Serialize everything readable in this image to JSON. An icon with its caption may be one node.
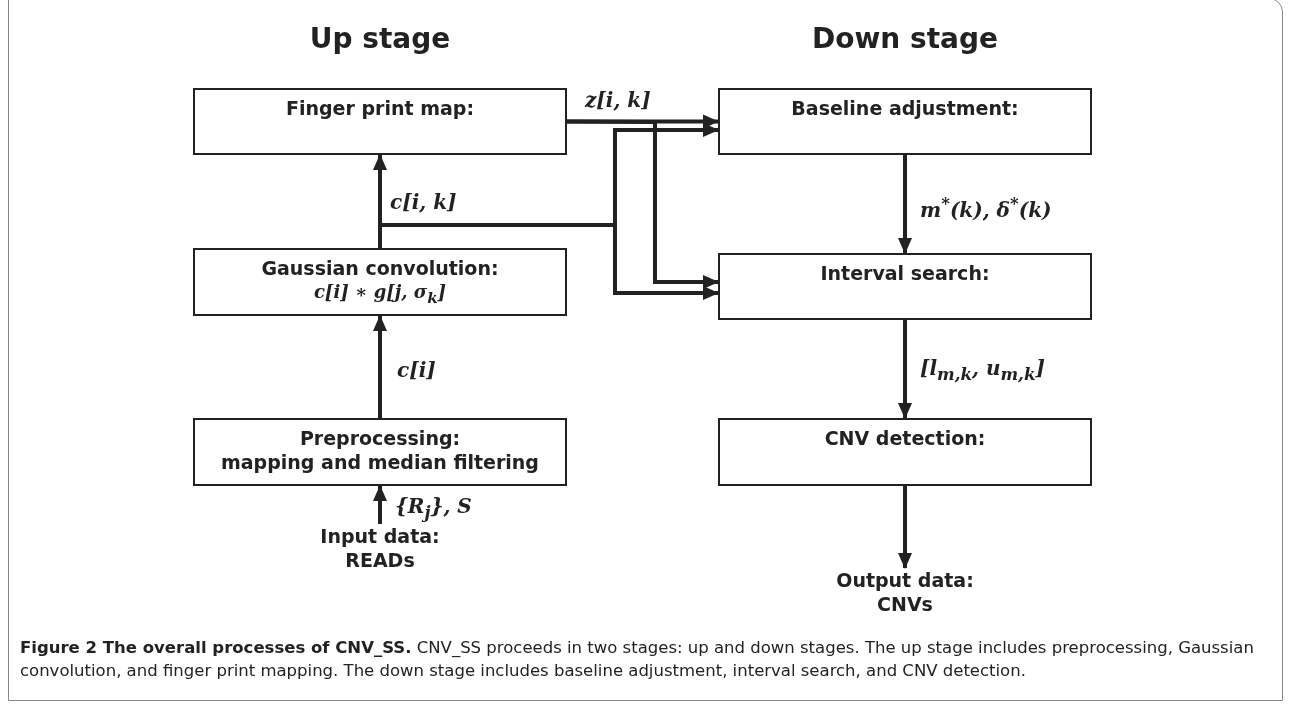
{
  "diagram": {
    "caption": "**Figure 2 The overall processes of CNV_SS.** CNV_SS proceeds in two stages: up and down stages. The up stage includes preprocessing, Gaussian convolution, and finger print mapping. The down stage includes baseline adjustment, interval search, and CNV detection.",
    "nodes": [
      {
        "text": [
          "Finger print map:"
        ]
      },
      {
        "text": [
          "Gaussian convolution:",
          "c[i] ∗ g[j, σ$_{k}$]"
        ]
      },
      {
        "text": [
          "Preprocessing:",
          "mapping and median filtering"
        ]
      },
      {
        "text": [
          "Input data:",
          "READs"
        ]
      },
      {
        "text": [
          "Baseline adjustment:"
        ]
      },
      {
        "text": [
          "Interval search:"
        ]
      },
      {
        "text": [
          "CNV detection:"
        ]
      },
      {
        "text": [
          "Output data:",
          "CNVs"
        ]
      }
    ],
    "edges": [
      {
        "from": 3,
        "to": 2,
        "arrow": "to",
        "label": "{R$_{j}$}, S"
      },
      {
        "from": 2,
        "to": 1,
        "arrow": "to",
        "label": "c[i]"
      },
      {
        "from": 1,
        "to": 0,
        "arrow": "to",
        "label": "c[i, k]"
      },
      {
        "from": 0,
        "to": 4,
        "arrow": "to",
        "label": "z[i, k]"
      },
      {
        "from": 0,
        "to": 5,
        "arrow": "to"
      },
      {
        "from": 1,
        "to": 4,
        "arrow": "to"
      },
      {
        "from": 1,
        "to": 5,
        "arrow": "to"
      },
      {
        "from": 4,
        "to": 5,
        "arrow": "to",
        "label": "m$^{*}$(k), δ$^{*}$(k)"
      },
      {
        "from": 5,
        "to": 6,
        "arrow": "to",
        "label": "[l$_{m,k}$, u$_{m,k}$]"
      },
      {
        "from": 6,
        "to": 7,
        "arrow": "to"
      }
    ],
    "labels": [
      "Up stage",
      "Down stage"
    ]
  }
}
